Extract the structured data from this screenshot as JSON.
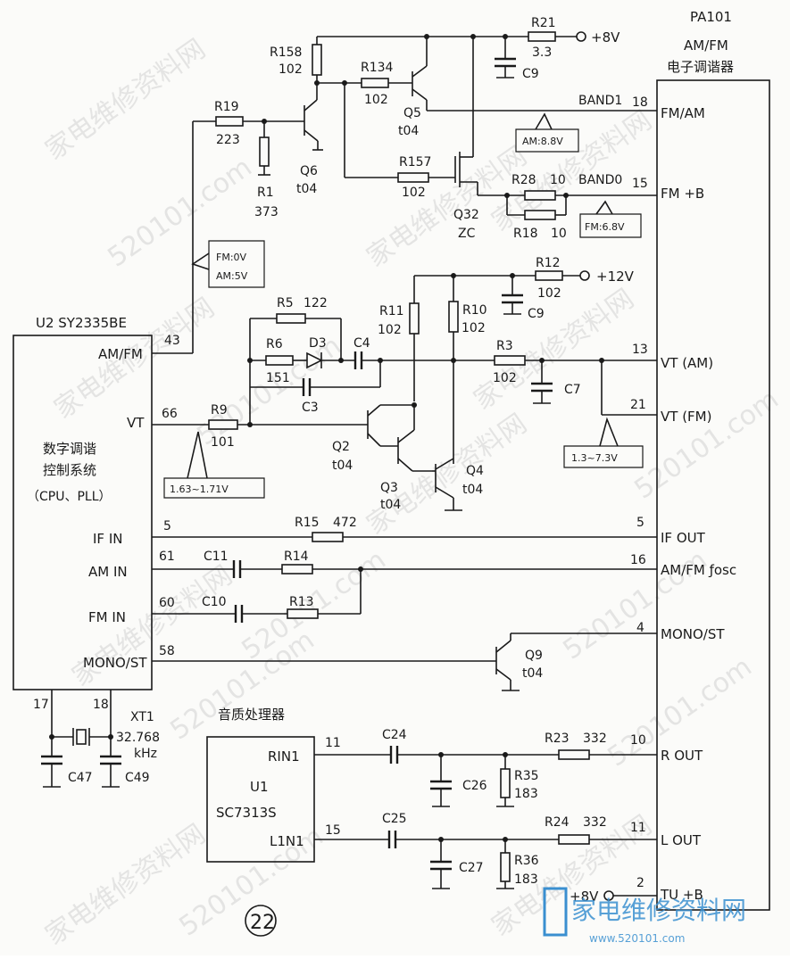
{
  "tuner": {
    "ref": "PA101",
    "type": "AM/FM",
    "name": "电子调谐器"
  },
  "mcu": {
    "ref_name": "U2 SY2335BE",
    "desc_line1": "数字调谐",
    "desc_line2": "控制系统",
    "desc_line3": "（CPU、PLL）"
  },
  "mcu_pins": {
    "amfm": {
      "num": "43",
      "label": "AM/FM"
    },
    "vt": {
      "num": "66",
      "label": "VT"
    },
    "ifin": {
      "num": "5",
      "label": "IF  IN"
    },
    "amin": {
      "num": "61",
      "label": "AM  IN"
    },
    "fmin": {
      "num": "60",
      "label": "FM  IN"
    },
    "mono": {
      "num": "58",
      "label": "MONO/ST"
    },
    "p17": {
      "num": "17"
    },
    "p18": {
      "num": "18"
    }
  },
  "tuner_pins": {
    "fmam": {
      "num": "18",
      "label": "FM/AM"
    },
    "fmb": {
      "num": "15",
      "label": "FM +B"
    },
    "vtam": {
      "num": "13",
      "label": "VT (AM)"
    },
    "vtfm": {
      "num": "21",
      "label": "VT (FM)"
    },
    "ifout": {
      "num": "5",
      "label": "IF OUT"
    },
    "osc": {
      "num": "16",
      "label": "AM/FM ƒosc"
    },
    "mono": {
      "num": "4",
      "label": "MONO/ST"
    },
    "rout": {
      "num": "10",
      "label": "R OUT"
    },
    "lout": {
      "num": "11",
      "label": "L OUT"
    },
    "tub": {
      "num": "2",
      "label": "TU +B"
    }
  },
  "audio": {
    "title": "音质处理器",
    "ref": "U1",
    "part": "SC7313S",
    "pin_r": {
      "num": "11",
      "label": "RIN1"
    },
    "pin_l": {
      "num": "15",
      "label": "L1N1"
    }
  },
  "components": {
    "r21": {
      "ref": "R21",
      "val": "3.3"
    },
    "r158": {
      "ref": "R158",
      "val": "102"
    },
    "r134": {
      "ref": "R134",
      "val": "102"
    },
    "r19": {
      "ref": "R19",
      "val": "223"
    },
    "r1": {
      "ref": "R1",
      "val": "373"
    },
    "r157": {
      "ref": "R157",
      "val": "102"
    },
    "r28": {
      "ref": "R28",
      "val": "10"
    },
    "r18": {
      "ref": "R18",
      "val": "10"
    },
    "r12": {
      "ref": "R12",
      "val": "102"
    },
    "r5": {
      "ref": "R5",
      "val": "122"
    },
    "r6": {
      "ref": "R6",
      "val": "151"
    },
    "r11": {
      "ref": "R11",
      "val": "102"
    },
    "r10": {
      "ref": "R10",
      "val": "102"
    },
    "r3": {
      "ref": "R3",
      "val": "102"
    },
    "r9": {
      "ref": "R9",
      "val": "101"
    },
    "r15": {
      "ref": "R15",
      "val": "472"
    },
    "r14": {
      "ref": "R14"
    },
    "r13": {
      "ref": "R13"
    },
    "r23": {
      "ref": "R23",
      "val": "332"
    },
    "r24": {
      "ref": "R24",
      "val": "332"
    },
    "r35": {
      "ref": "R35",
      "val": "183"
    },
    "r36": {
      "ref": "R36",
      "val": "183"
    },
    "c9a": "C9",
    "c9b": "C9",
    "c4": "C4",
    "c3": "C3",
    "c7": "C7",
    "c11": "C11",
    "c10": "C10",
    "c24": "C24",
    "c25": "C25",
    "c26": "C26",
    "c27": "C27",
    "c47": "C47",
    "c49": "C49",
    "d3": "D3",
    "q5": {
      "ref": "Q5",
      "val": "t04"
    },
    "q6": {
      "ref": "Q6",
      "val": "t04"
    },
    "q32": {
      "ref": "Q32",
      "val": "ZC"
    },
    "q2": {
      "ref": "Q2",
      "val": "t04"
    },
    "q3": {
      "ref": "Q3",
      "val": "t04"
    },
    "q4": {
      "ref": "Q4",
      "val": "t04"
    },
    "q9": {
      "ref": "Q9",
      "val": "t04"
    },
    "xt1": {
      "ref": "XT1",
      "val": "32.768",
      "unit": "kHz"
    }
  },
  "rails": {
    "v8": "+8V",
    "v12": "+12V",
    "v8b": "+8V"
  },
  "signals": {
    "band1": "BAND1",
    "band0": "BAND0"
  },
  "notes": {
    "am88": "AM:8.8V",
    "fm68": "FM:6.8V",
    "fm0": "FM:0V",
    "am5": "AM:5V",
    "vt_range": "1.3~7.3V",
    "vt_in": "1.63~1.71V"
  },
  "page_number": "22",
  "watermarks": {
    "line1": "家电维修资料网",
    "line2": "520101.com"
  },
  "logo": {
    "text": "家电维修资料网",
    "url": "www.520101.com"
  }
}
